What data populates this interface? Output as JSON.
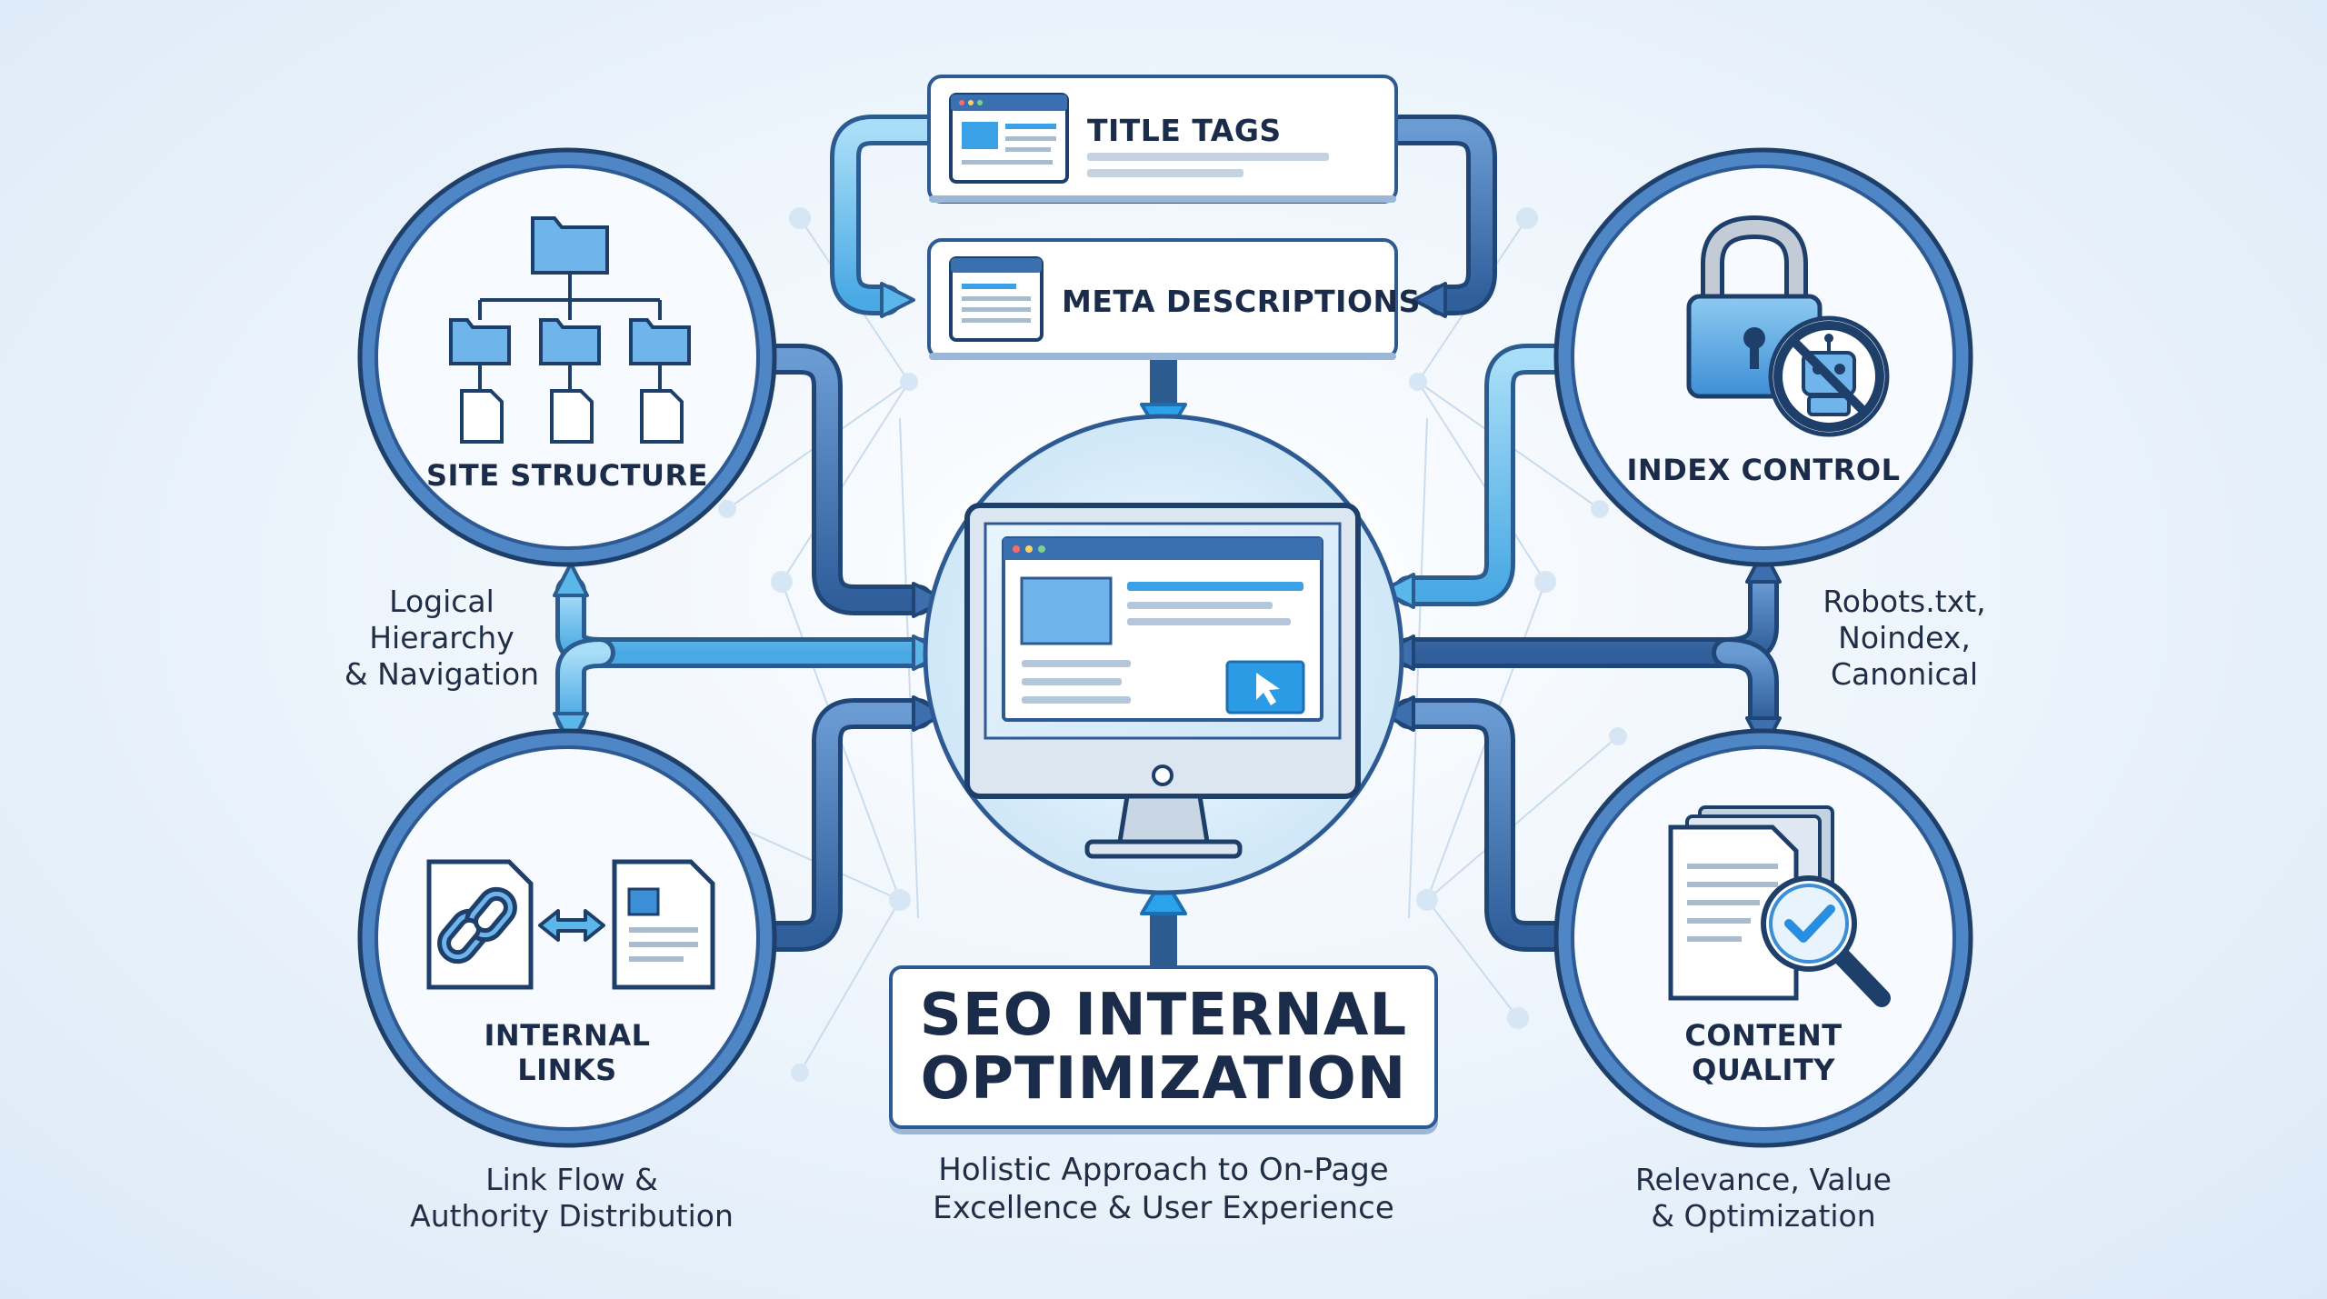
{
  "title": {
    "line1": "SEO INTERNAL",
    "line2": "OPTIMIZATION",
    "subtitle_line1": "Holistic Approach to On-Page",
    "subtitle_line2": "Excellence & User Experience"
  },
  "cards": {
    "title_tags": "TITLE TAGS",
    "meta_descriptions": "META DESCRIPTIONS"
  },
  "nodes": {
    "site_structure": {
      "label": "SITE STRUCTURE",
      "note_line1": "Logical",
      "note_line2": "Hierarchy",
      "note_line3": "& Navigation"
    },
    "index_control": {
      "label": "INDEX CONTROL",
      "note_line1": "Robots.txt,",
      "note_line2": "Noindex,",
      "note_line3": "Canonical"
    },
    "internal_links": {
      "label_line1": "INTERNAL",
      "label_line2": "LINKS",
      "note_line1": "Link Flow &",
      "note_line2": "Authority Distribution"
    },
    "content_quality": {
      "label_line1": "CONTENT",
      "label_line2": "QUALITY",
      "note_line1": "Relevance, Value",
      "note_line2": "& Optimization"
    }
  },
  "icons": [
    "folder-tree-icon",
    "padlock-icon",
    "no-robot-icon",
    "chain-link-icon",
    "document-icon",
    "double-arrow-icon",
    "magnifier-check-icon",
    "monitor-icon",
    "cursor-icon"
  ],
  "colors": {
    "primary_dark": "#2e5a94",
    "primary_mid": "#4f86c6",
    "accent_light": "#5bb6ea",
    "text": "#1b2b4a",
    "card_bg": "#ffffff"
  }
}
